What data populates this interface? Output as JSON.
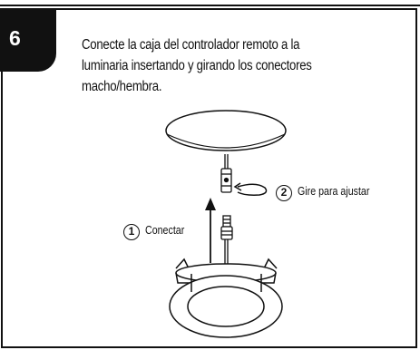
{
  "step": {
    "number": "6"
  },
  "instruction": {
    "line1": "Conecte la caja del controlador remoto a la",
    "line2": "luminaria insertando y girando los conectores",
    "line3": "macho/hembra."
  },
  "callouts": [
    {
      "marker": "2",
      "label": "Gire para ajustar"
    },
    {
      "marker": "1",
      "label": "Conectar"
    }
  ],
  "colors": {
    "ink": "#111111",
    "background": "#ffffff"
  }
}
